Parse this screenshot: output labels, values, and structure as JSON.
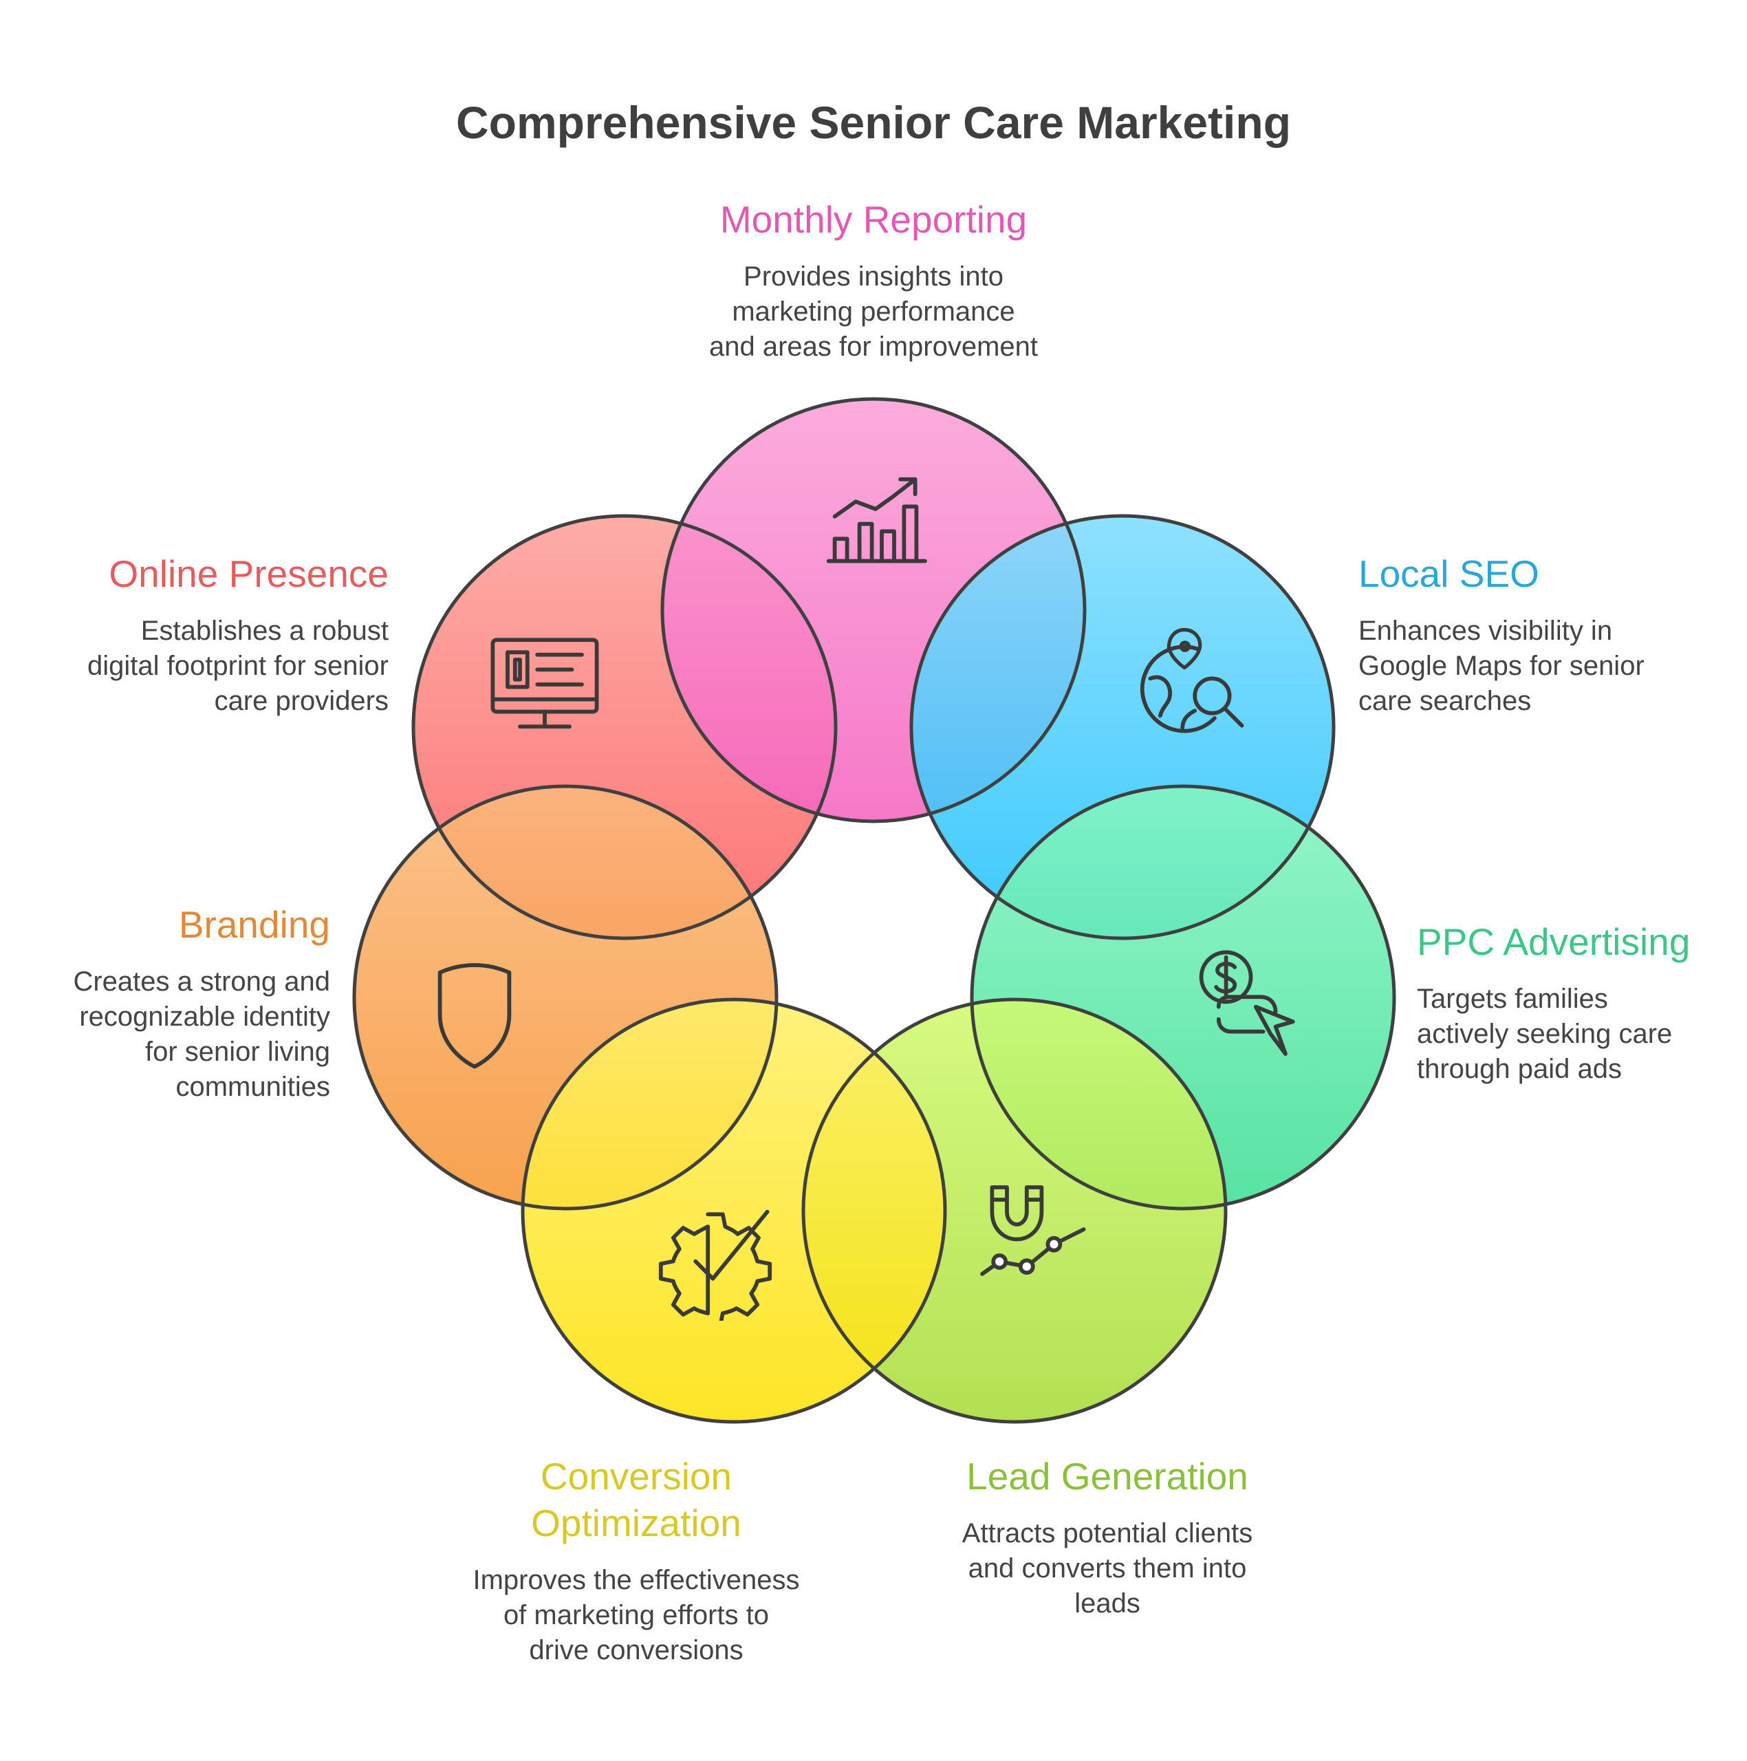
{
  "title": "Comprehensive Senior Care Marketing",
  "colors": {
    "monthly_reporting": "#e259b2",
    "local_seo": "#2aa7d8",
    "ppc_advertising": "#3cc688",
    "lead_generation": "#8cbf3c",
    "conversion_optimization": "#d8c928",
    "branding": "#e08a38",
    "online_presence": "#e45c5c"
  },
  "items": {
    "monthly_reporting": {
      "label": "Monthly Reporting",
      "desc": [
        "Provides insights into",
        "marketing performance",
        "and areas for improvement"
      ],
      "icon": "bar-chart-trend-icon"
    },
    "local_seo": {
      "label": "Local SEO",
      "desc": [
        "Enhances visibility in",
        "Google Maps for senior",
        "care searches"
      ],
      "icon": "globe-search-pin-icon"
    },
    "ppc_advertising": {
      "label": "PPC Advertising",
      "desc": [
        "Targets families",
        "actively seeking care",
        "through paid ads"
      ],
      "icon": "dollar-click-icon"
    },
    "lead_generation": {
      "label": "Lead Generation",
      "desc": [
        "Attracts potential clients",
        "and converts them into",
        "leads"
      ],
      "icon": "magnet-trend-icon"
    },
    "conversion_optimization": {
      "label": [
        "Conversion",
        "Optimization"
      ],
      "desc": [
        "Improves the effectiveness",
        "of marketing efforts to",
        "drive conversions"
      ],
      "icon": "gear-check-icon"
    },
    "branding": {
      "label": "Branding",
      "desc": [
        "Creates a strong and",
        "recognizable identity",
        "for senior living",
        "communities"
      ],
      "icon": "shield-icon"
    },
    "online_presence": {
      "label": "Online Presence",
      "desc": [
        "Establishes a robust",
        "digital footprint for senior",
        "care providers"
      ],
      "icon": "monitor-layout-icon"
    }
  }
}
